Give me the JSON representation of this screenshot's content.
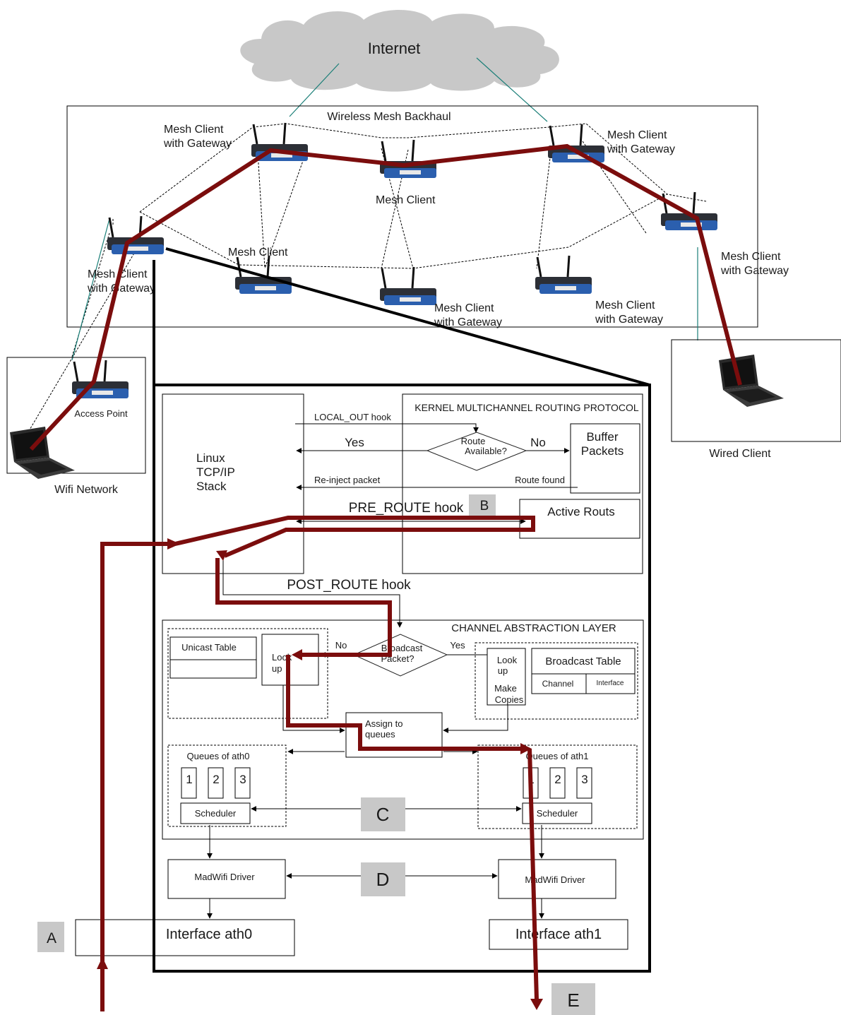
{
  "cloud": {
    "label": "Internet"
  },
  "backhaul": {
    "title": "Wireless Mesh Backhaul"
  },
  "nodes": {
    "gw_top_left": "Mesh Client\nwith Gateway",
    "center_top": "Mesh Client",
    "gw_top_right": "Mesh Client\nwith Gateway",
    "gw_left": "Mesh Client\nwith Gateway",
    "mid_left": "Mesh Client",
    "gw_bottom_center": "Mesh Client\nwith Gateway",
    "gw_bottom_right": "Mesh Client\nwith Gateway",
    "gw_right": "Mesh Client\nwith Gateway"
  },
  "wifi": {
    "ap_label": "Access Point",
    "network_label": "Wifi Network"
  },
  "wired": {
    "label": "Wired Client"
  },
  "stack": {
    "linux": "Linux\nTCP/IP\nStack",
    "kernel_title": "KERNEL MULTICHANNEL ROUTING PROTOCOL",
    "local_out": "LOCAL_OUT hook",
    "route_available": "Route\nAvailable?",
    "yes": "Yes",
    "no": "No",
    "buffer": "Buffer\nPackets",
    "reinject": "Re-inject packet",
    "route_found": "Route found",
    "pre_route": "PRE_ROUTE hook",
    "active_routes": "Active Routs",
    "post_route": "POST_ROUTE hook"
  },
  "cal": {
    "title": "CHANNEL ABSTRACTION LAYER",
    "unicast_table": "Unicast Table",
    "lookup_left": "Look\nup",
    "no": "No",
    "broadcast_q": "Broadcast\nPacket?",
    "yes": "Yes",
    "lookup_right": "Look\nup",
    "make_copies": "Make\nCopies",
    "broadcast_table": "Broadcast Table",
    "channel": "Channel",
    "interface": "Interface",
    "assign": "Assign to\nqueues",
    "queues_ath0": "Queues of ath0",
    "queues_ath1": "Queues of ath1",
    "q_nums": [
      "1",
      "2",
      "3"
    ],
    "scheduler": "Scheduler"
  },
  "drivers": {
    "madwifi": "MadWifi Driver"
  },
  "interfaces": {
    "ath0": "Interface ath0",
    "ath1": "Interface ath1"
  },
  "markers": {
    "a": "A",
    "b": "B",
    "c": "C",
    "d": "D",
    "e": "E"
  },
  "colors": {
    "path": "#7b0d0d",
    "cloud": "#c8c8c8",
    "router": "#2b5fae",
    "link": "#1b7f78"
  }
}
